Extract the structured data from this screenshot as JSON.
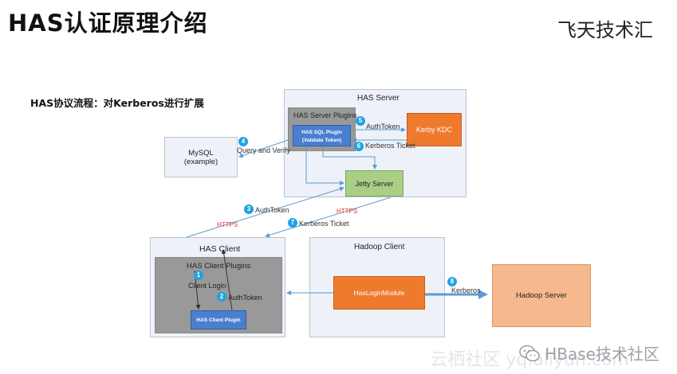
{
  "header": {
    "title": "HAS认证原理介绍",
    "brand": "飞天技术汇"
  },
  "subtitle": "HAS协议流程：对Kerberos进行扩展",
  "has_server": {
    "title": "HAS Server",
    "plugins_title": "HAS Server  Plugins",
    "sql_plugin_line1": "HAS SQL Plugin",
    "sql_plugin_line2": "(Validate Token)"
  },
  "kerby_kdc": "Kerby KDC",
  "jetty_server": "Jetty Server",
  "mysql": {
    "line1": "MySQL",
    "line2": "(example)"
  },
  "has_client": {
    "title": "HAS Client",
    "plugins_title": "HAS Client Plugins",
    "plugin": "HAS Client Plugin"
  },
  "hadoop_client": {
    "title": "Hadoop Client",
    "module": "HasLoginModule"
  },
  "hadoop_server": "Hadoop Server",
  "steps": [
    {
      "num": "1",
      "label": "Client Login"
    },
    {
      "num": "2",
      "label": "AuthToken"
    },
    {
      "num": "3",
      "label": "AuthToken"
    },
    {
      "num": "4",
      "label": "Query and Verify"
    },
    {
      "num": "5",
      "label": "AuthToken"
    },
    {
      "num": "6",
      "label": "Kerberos Ticket"
    },
    {
      "num": "7",
      "label": "Kerberos Ticket"
    },
    {
      "num": "8",
      "label": "Kerberos"
    }
  ],
  "https_label": "HTTPS",
  "watermark": {
    "text": "HBase技术社区",
    "faint": "云栖社区 yq.aliyun.com"
  },
  "colors": {
    "panel": "#eef2f8",
    "gray": "#999999",
    "blue": "#4a7fd0",
    "orange": "#ef7a2e",
    "green": "#a9cf87",
    "peach": "#f6b98d",
    "badge": "#1fa3e0",
    "https": "#e0362b"
  }
}
